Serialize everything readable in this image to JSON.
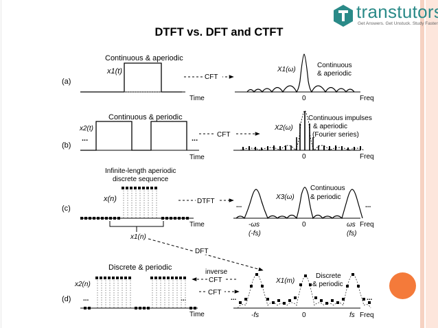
{
  "title": "DTFT vs. DFT and CTFT",
  "logo": {
    "name": "transtutors",
    "tagline": "Get Answers. Get Unstuck. Study Faster"
  },
  "colors": {
    "accent_circle": "#f47a3a",
    "logo": "#2a8a88",
    "stripe": "#fde6dc"
  },
  "panels": {
    "a": {
      "label": "(a)",
      "heading": "Continuous & aperiodic",
      "signal": "x1(t)",
      "arrow": "CFT",
      "spectrum": "X1(ω)",
      "spectrum_desc": [
        "Continuous",
        "& aperiodic"
      ],
      "time_axis": "Time",
      "freq_axis": "Freq",
      "origin": "0"
    },
    "b": {
      "label": "(b)",
      "heading": "Continuous & periodic",
      "signal": "x2(t)",
      "ellipsis": "...",
      "arrow": "CFT",
      "spectrum": "X2(ω)",
      "spectrum_desc": [
        "Continuous impulses",
        "& aperiodic",
        "(Fourier series)"
      ],
      "time_axis": "Time",
      "freq_axis": "Freq",
      "origin": "0"
    },
    "c": {
      "label": "(c)",
      "heading": [
        "Infinite-length aperiodic",
        "discrete sequence"
      ],
      "signal": "x(n)",
      "arrow": "DTFT",
      "spectrum": "X3(ω)",
      "spectrum_desc": [
        "Continuous",
        "& periodic"
      ],
      "time_axis": "Time",
      "freq_axis": "Freq",
      "origin": "0",
      "ticks": [
        "-ωs",
        "(-fs)",
        "ωs",
        "(fs)"
      ],
      "window": "x1(n)",
      "dft_label": "DFT"
    },
    "d": {
      "label": "(d)",
      "heading": "Discrete & periodic",
      "signal": "x2(n)",
      "arrow_inverse": [
        "inverse",
        "CFT"
      ],
      "arrow": "CFT",
      "spectrum": "X1(m)",
      "spectrum_desc": [
        "Discrete",
        "& periodic"
      ],
      "time_axis": "Time",
      "freq_axis": "Freq",
      "origin": "0",
      "ticks": [
        "-fs",
        "fs"
      ]
    }
  }
}
